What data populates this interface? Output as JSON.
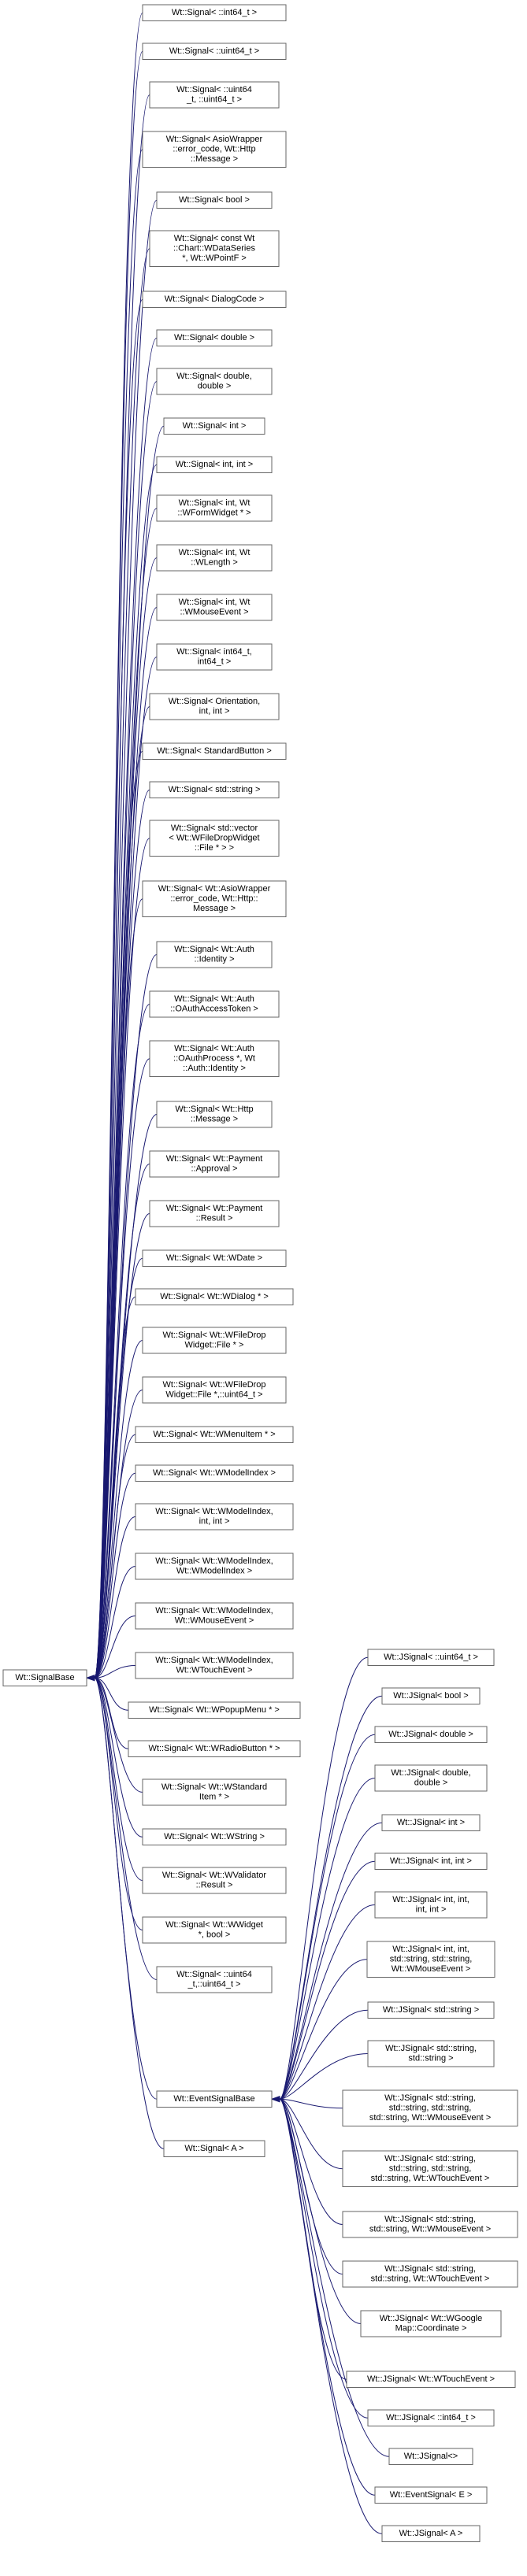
{
  "diagram": {
    "kind": "inheritance-graph",
    "nodes": [
      {
        "id": "signalbase",
        "lines": [
          "Wt::SignalBase"
        ]
      },
      {
        "id": "eventsignalbase",
        "lines": [
          "Wt::EventSignalBase"
        ]
      },
      {
        "id": "s01",
        "lines": [
          "Wt::Signal< ::int64_t >"
        ]
      },
      {
        "id": "s02",
        "lines": [
          "Wt::Signal< ::uint64_t >"
        ]
      },
      {
        "id": "s03",
        "lines": [
          "Wt::Signal< ::uint64",
          "_t, ::uint64_t >"
        ]
      },
      {
        "id": "s04",
        "lines": [
          "Wt::Signal< AsioWrapper",
          "::error_code, Wt::Http",
          "::Message >"
        ]
      },
      {
        "id": "s05",
        "lines": [
          "Wt::Signal< bool >"
        ]
      },
      {
        "id": "s06",
        "lines": [
          "Wt::Signal< const Wt",
          "::Chart::WDataSeries",
          "*, Wt::WPointF >"
        ]
      },
      {
        "id": "s07",
        "lines": [
          "Wt::Signal< DialogCode >"
        ]
      },
      {
        "id": "s08",
        "lines": [
          "Wt::Signal< double >"
        ]
      },
      {
        "id": "s09",
        "lines": [
          "Wt::Signal< double,",
          "double >"
        ]
      },
      {
        "id": "s10",
        "lines": [
          "Wt::Signal< int >"
        ]
      },
      {
        "id": "s11",
        "lines": [
          "Wt::Signal< int, int >"
        ]
      },
      {
        "id": "s12",
        "lines": [
          "Wt::Signal< int, Wt",
          "::WFormWidget * >"
        ]
      },
      {
        "id": "s13",
        "lines": [
          "Wt::Signal< int, Wt",
          "::WLength >"
        ]
      },
      {
        "id": "s14",
        "lines": [
          "Wt::Signal< int, Wt",
          "::WMouseEvent >"
        ]
      },
      {
        "id": "s15",
        "lines": [
          "Wt::Signal< int64_t,",
          "int64_t >"
        ]
      },
      {
        "id": "s16",
        "lines": [
          "Wt::Signal< Orientation,",
          "int, int >"
        ]
      },
      {
        "id": "s17",
        "lines": [
          "Wt::Signal< StandardButton >"
        ]
      },
      {
        "id": "s18",
        "lines": [
          "Wt::Signal< std::string >"
        ]
      },
      {
        "id": "s19",
        "lines": [
          "Wt::Signal< std::vector",
          "< Wt::WFileDropWidget",
          "::File * > >"
        ]
      },
      {
        "id": "s20",
        "lines": [
          "Wt::Signal< Wt::AsioWrapper",
          "::error_code, Wt::Http::",
          "Message >"
        ]
      },
      {
        "id": "s21",
        "lines": [
          "Wt::Signal< Wt::Auth",
          "::Identity >"
        ]
      },
      {
        "id": "s22",
        "lines": [
          "Wt::Signal< Wt::Auth",
          "::OAuthAccessToken >"
        ]
      },
      {
        "id": "s23",
        "lines": [
          "Wt::Signal< Wt::Auth",
          "::OAuthProcess *, Wt",
          "::Auth::Identity >"
        ]
      },
      {
        "id": "s24",
        "lines": [
          "Wt::Signal< Wt::Http",
          "::Message >"
        ]
      },
      {
        "id": "s25",
        "lines": [
          "Wt::Signal< Wt::Payment",
          "::Approval >"
        ]
      },
      {
        "id": "s26",
        "lines": [
          "Wt::Signal< Wt::Payment",
          "::Result >"
        ]
      },
      {
        "id": "s27",
        "lines": [
          "Wt::Signal< Wt::WDate >"
        ]
      },
      {
        "id": "s28",
        "lines": [
          "Wt::Signal< Wt::WDialog * >"
        ]
      },
      {
        "id": "s29",
        "lines": [
          "Wt::Signal< Wt::WFileDrop",
          "Widget::File * >"
        ]
      },
      {
        "id": "s30",
        "lines": [
          "Wt::Signal< Wt::WFileDrop",
          "Widget::File *,::uint64_t >"
        ]
      },
      {
        "id": "s31",
        "lines": [
          "Wt::Signal< Wt::WMenuItem * >"
        ]
      },
      {
        "id": "s32",
        "lines": [
          "Wt::Signal< Wt::WModelIndex >"
        ]
      },
      {
        "id": "s33",
        "lines": [
          "Wt::Signal< Wt::WModelIndex,",
          "int, int >"
        ]
      },
      {
        "id": "s34",
        "lines": [
          "Wt::Signal< Wt::WModelIndex,",
          "Wt::WModelIndex >"
        ]
      },
      {
        "id": "s35",
        "lines": [
          "Wt::Signal< Wt::WModelIndex,",
          "Wt::WMouseEvent >"
        ]
      },
      {
        "id": "s36",
        "lines": [
          "Wt::Signal< Wt::WModelIndex,",
          "Wt::WTouchEvent >"
        ]
      },
      {
        "id": "s37",
        "lines": [
          "Wt::Signal< Wt::WPopupMenu * >"
        ]
      },
      {
        "id": "s38",
        "lines": [
          "Wt::Signal< Wt::WRadioButton * >"
        ]
      },
      {
        "id": "s39",
        "lines": [
          "Wt::Signal< Wt::WStandard",
          "Item * >"
        ]
      },
      {
        "id": "s40",
        "lines": [
          "Wt::Signal< Wt::WString >"
        ]
      },
      {
        "id": "s41",
        "lines": [
          "Wt::Signal< Wt::WValidator",
          "::Result >"
        ]
      },
      {
        "id": "s42",
        "lines": [
          "Wt::Signal< Wt::WWidget",
          "*, bool >"
        ]
      },
      {
        "id": "s43",
        "lines": [
          "Wt::Signal< ::uint64",
          "_t,::uint64_t >"
        ]
      },
      {
        "id": "s44",
        "lines": [
          "Wt::Signal< A >"
        ]
      },
      {
        "id": "j01",
        "lines": [
          "Wt::JSignal< ::uint64_t >"
        ]
      },
      {
        "id": "j02",
        "lines": [
          "Wt::JSignal< bool >"
        ]
      },
      {
        "id": "j03",
        "lines": [
          "Wt::JSignal< double >"
        ]
      },
      {
        "id": "j04",
        "lines": [
          "Wt::JSignal< double,",
          "double >"
        ]
      },
      {
        "id": "j05",
        "lines": [
          "Wt::JSignal< int >"
        ]
      },
      {
        "id": "j06",
        "lines": [
          "Wt::JSignal< int, int >"
        ]
      },
      {
        "id": "j07",
        "lines": [
          "Wt::JSignal< int, int,",
          "int, int >"
        ]
      },
      {
        "id": "j08",
        "lines": [
          "Wt::JSignal< int, int,",
          "std::string, std::string,",
          "Wt::WMouseEvent >"
        ]
      },
      {
        "id": "j09",
        "lines": [
          "Wt::JSignal< std::string >"
        ]
      },
      {
        "id": "j10",
        "lines": [
          "Wt::JSignal< std::string,",
          "std::string >"
        ]
      },
      {
        "id": "j11",
        "lines": [
          "Wt::JSignal< std::string,",
          "std::string, std::string,",
          "std::string, Wt::WMouseEvent >"
        ]
      },
      {
        "id": "j12",
        "lines": [
          "Wt::JSignal< std::string,",
          "std::string, std::string,",
          "std::string, Wt::WTouchEvent >"
        ]
      },
      {
        "id": "j13",
        "lines": [
          "Wt::JSignal< std::string,",
          "std::string, Wt::WMouseEvent >"
        ]
      },
      {
        "id": "j14",
        "lines": [
          "Wt::JSignal< std::string,",
          "std::string, Wt::WTouchEvent >"
        ]
      },
      {
        "id": "j15",
        "lines": [
          "Wt::JSignal< Wt::WGoogle",
          "Map::Coordinate >"
        ]
      },
      {
        "id": "j16",
        "lines": [
          "Wt::JSignal< Wt::WTouchEvent >"
        ]
      },
      {
        "id": "j17",
        "lines": [
          "Wt::JSignal< ::int64_t >"
        ]
      },
      {
        "id": "j18",
        "lines": [
          "Wt::JSignal<>"
        ]
      },
      {
        "id": "j19",
        "lines": [
          "Wt::EventSignal< E >"
        ]
      },
      {
        "id": "j20",
        "lines": [
          "Wt::JSignal< A >"
        ]
      }
    ],
    "edges": [
      {
        "from": "s01",
        "to": "signalbase"
      },
      {
        "from": "s02",
        "to": "signalbase"
      },
      {
        "from": "s03",
        "to": "signalbase"
      },
      {
        "from": "s04",
        "to": "signalbase"
      },
      {
        "from": "s05",
        "to": "signalbase"
      },
      {
        "from": "s06",
        "to": "signalbase"
      },
      {
        "from": "s07",
        "to": "signalbase"
      },
      {
        "from": "s08",
        "to": "signalbase"
      },
      {
        "from": "s09",
        "to": "signalbase"
      },
      {
        "from": "s10",
        "to": "signalbase"
      },
      {
        "from": "s11",
        "to": "signalbase"
      },
      {
        "from": "s12",
        "to": "signalbase"
      },
      {
        "from": "s13",
        "to": "signalbase"
      },
      {
        "from": "s14",
        "to": "signalbase"
      },
      {
        "from": "s15",
        "to": "signalbase"
      },
      {
        "from": "s16",
        "to": "signalbase"
      },
      {
        "from": "s17",
        "to": "signalbase"
      },
      {
        "from": "s18",
        "to": "signalbase"
      },
      {
        "from": "s19",
        "to": "signalbase"
      },
      {
        "from": "s20",
        "to": "signalbase"
      },
      {
        "from": "s21",
        "to": "signalbase"
      },
      {
        "from": "s22",
        "to": "signalbase"
      },
      {
        "from": "s23",
        "to": "signalbase"
      },
      {
        "from": "s24",
        "to": "signalbase"
      },
      {
        "from": "s25",
        "to": "signalbase"
      },
      {
        "from": "s26",
        "to": "signalbase"
      },
      {
        "from": "s27",
        "to": "signalbase"
      },
      {
        "from": "s28",
        "to": "signalbase"
      },
      {
        "from": "s29",
        "to": "signalbase"
      },
      {
        "from": "s30",
        "to": "signalbase"
      },
      {
        "from": "s31",
        "to": "signalbase"
      },
      {
        "from": "s32",
        "to": "signalbase"
      },
      {
        "from": "s33",
        "to": "signalbase"
      },
      {
        "from": "s34",
        "to": "signalbase"
      },
      {
        "from": "s35",
        "to": "signalbase"
      },
      {
        "from": "s36",
        "to": "signalbase"
      },
      {
        "from": "s37",
        "to": "signalbase"
      },
      {
        "from": "s38",
        "to": "signalbase"
      },
      {
        "from": "s39",
        "to": "signalbase"
      },
      {
        "from": "s40",
        "to": "signalbase"
      },
      {
        "from": "s41",
        "to": "signalbase"
      },
      {
        "from": "s42",
        "to": "signalbase"
      },
      {
        "from": "s43",
        "to": "signalbase"
      },
      {
        "from": "eventsignalbase",
        "to": "signalbase"
      },
      {
        "from": "s44",
        "to": "signalbase"
      },
      {
        "from": "j01",
        "to": "eventsignalbase"
      },
      {
        "from": "j02",
        "to": "eventsignalbase"
      },
      {
        "from": "j03",
        "to": "eventsignalbase"
      },
      {
        "from": "j04",
        "to": "eventsignalbase"
      },
      {
        "from": "j05",
        "to": "eventsignalbase"
      },
      {
        "from": "j06",
        "to": "eventsignalbase"
      },
      {
        "from": "j07",
        "to": "eventsignalbase"
      },
      {
        "from": "j08",
        "to": "eventsignalbase"
      },
      {
        "from": "j09",
        "to": "eventsignalbase"
      },
      {
        "from": "j10",
        "to": "eventsignalbase"
      },
      {
        "from": "j11",
        "to": "eventsignalbase"
      },
      {
        "from": "j12",
        "to": "eventsignalbase"
      },
      {
        "from": "j13",
        "to": "eventsignalbase"
      },
      {
        "from": "j14",
        "to": "eventsignalbase"
      },
      {
        "from": "j15",
        "to": "eventsignalbase"
      },
      {
        "from": "j16",
        "to": "eventsignalbase"
      },
      {
        "from": "j17",
        "to": "eventsignalbase"
      },
      {
        "from": "j18",
        "to": "eventsignalbase"
      },
      {
        "from": "j19",
        "to": "eventsignalbase"
      },
      {
        "from": "j20",
        "to": "eventsignalbase"
      }
    ],
    "colors": {
      "edge": "#191970",
      "box_border": "#666666",
      "background": "#ffffff",
      "text": "#000000"
    }
  }
}
